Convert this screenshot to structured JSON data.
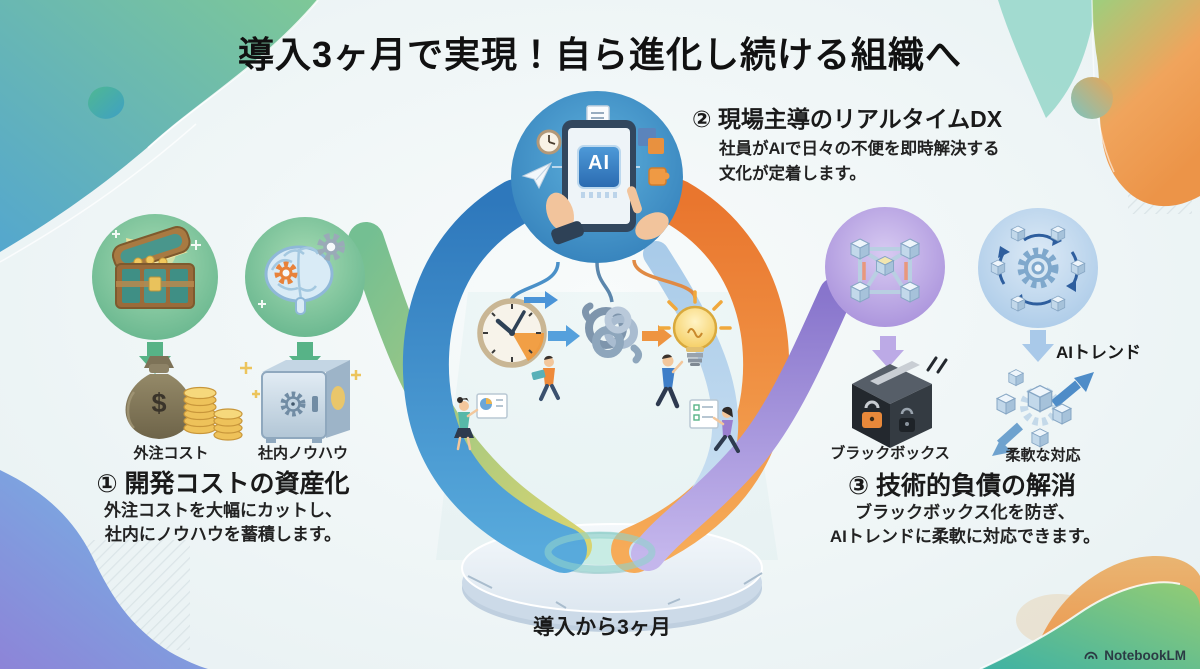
{
  "title": "導入3ヶ月で実現！自ら進化し続ける組織へ",
  "center": {
    "ai_chip_label": "AI",
    "timeline_label": "導入から3ヶ月"
  },
  "sections": {
    "cost": {
      "heading": "① 開発コストの資産化",
      "body_line1": "外注コストを大幅にカットし、",
      "body_line2": "社内にノウハウを蓄積します。",
      "icon_label_left": "外注コスト",
      "icon_label_right": "社内ノウハウ"
    },
    "dx": {
      "heading": "② 現場主導のリアルタイムDX",
      "body_line1": "社員がAIで日々の不便を即時解決する",
      "body_line2": "文化が定着します。"
    },
    "debt": {
      "heading": "③ 技術的負債の解消",
      "body_line1": "ブラックボックス化を防ぎ、",
      "body_line2": "AIトレンドに柔軟に対応できます。",
      "icon_label_left": "ブラックボックス",
      "icon_label_right": "柔軟な対応",
      "trend_label": "AIトレンド"
    }
  },
  "icons": {
    "dollar_symbol": "$",
    "names": [
      "treasure-chest-icon",
      "brain-gears-icon",
      "money-bag-icon",
      "coin-stacks-icon",
      "safe-icon",
      "ai-tablet-icon",
      "clock-icon",
      "tangled-knot-icon",
      "lightbulb-icon",
      "cube-lattice-icon",
      "gear-cycle-icon",
      "black-box-icon",
      "flexible-cubes-icon",
      "down-arrow-icon",
      "notebooklm-logo-icon"
    ]
  },
  "watermark": "NotebookLM",
  "colors": {
    "background": "#f0f6f7",
    "ribbon_blue": "#3c87c8",
    "ribbon_orange": "#ef8a3c",
    "ribbon_green": "#8cc487",
    "ribbon_purple": "#9d8bd6",
    "circle_green": "#6fbd92",
    "circle_blue": "#3f93c9",
    "circle_purple": "#ab93dc",
    "circle_lightblue": "#aecbe9",
    "title_text": "#111111"
  }
}
